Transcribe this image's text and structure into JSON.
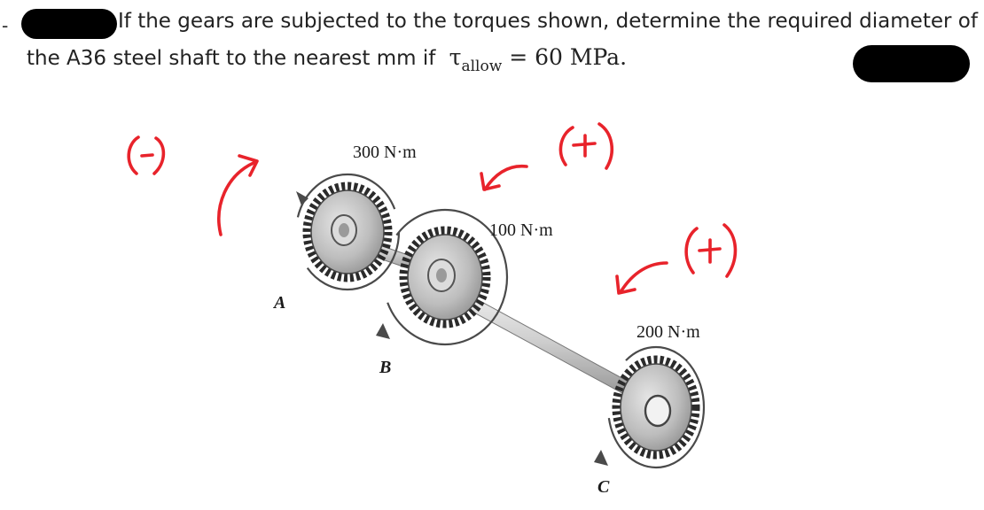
{
  "problem": {
    "line1": "If the gears are subjected to the torques shown, determine the required diameter of",
    "line2_text": "the A36 steel shaft to the nearest mm if",
    "tau_symbol": "τ",
    "tau_subscript": "allow",
    "tau_value": "= 60 MPa."
  },
  "figure": {
    "torque_A": "300 N·m",
    "torque_B": "100 N·m",
    "torque_C": "200 N·m",
    "point_A": "A",
    "point_B": "B",
    "point_C": "C"
  },
  "annotations": {
    "sign_A": "(-)",
    "sign_B": "(+)",
    "sign_C": "(+)",
    "ink_color": "#e8232b"
  }
}
